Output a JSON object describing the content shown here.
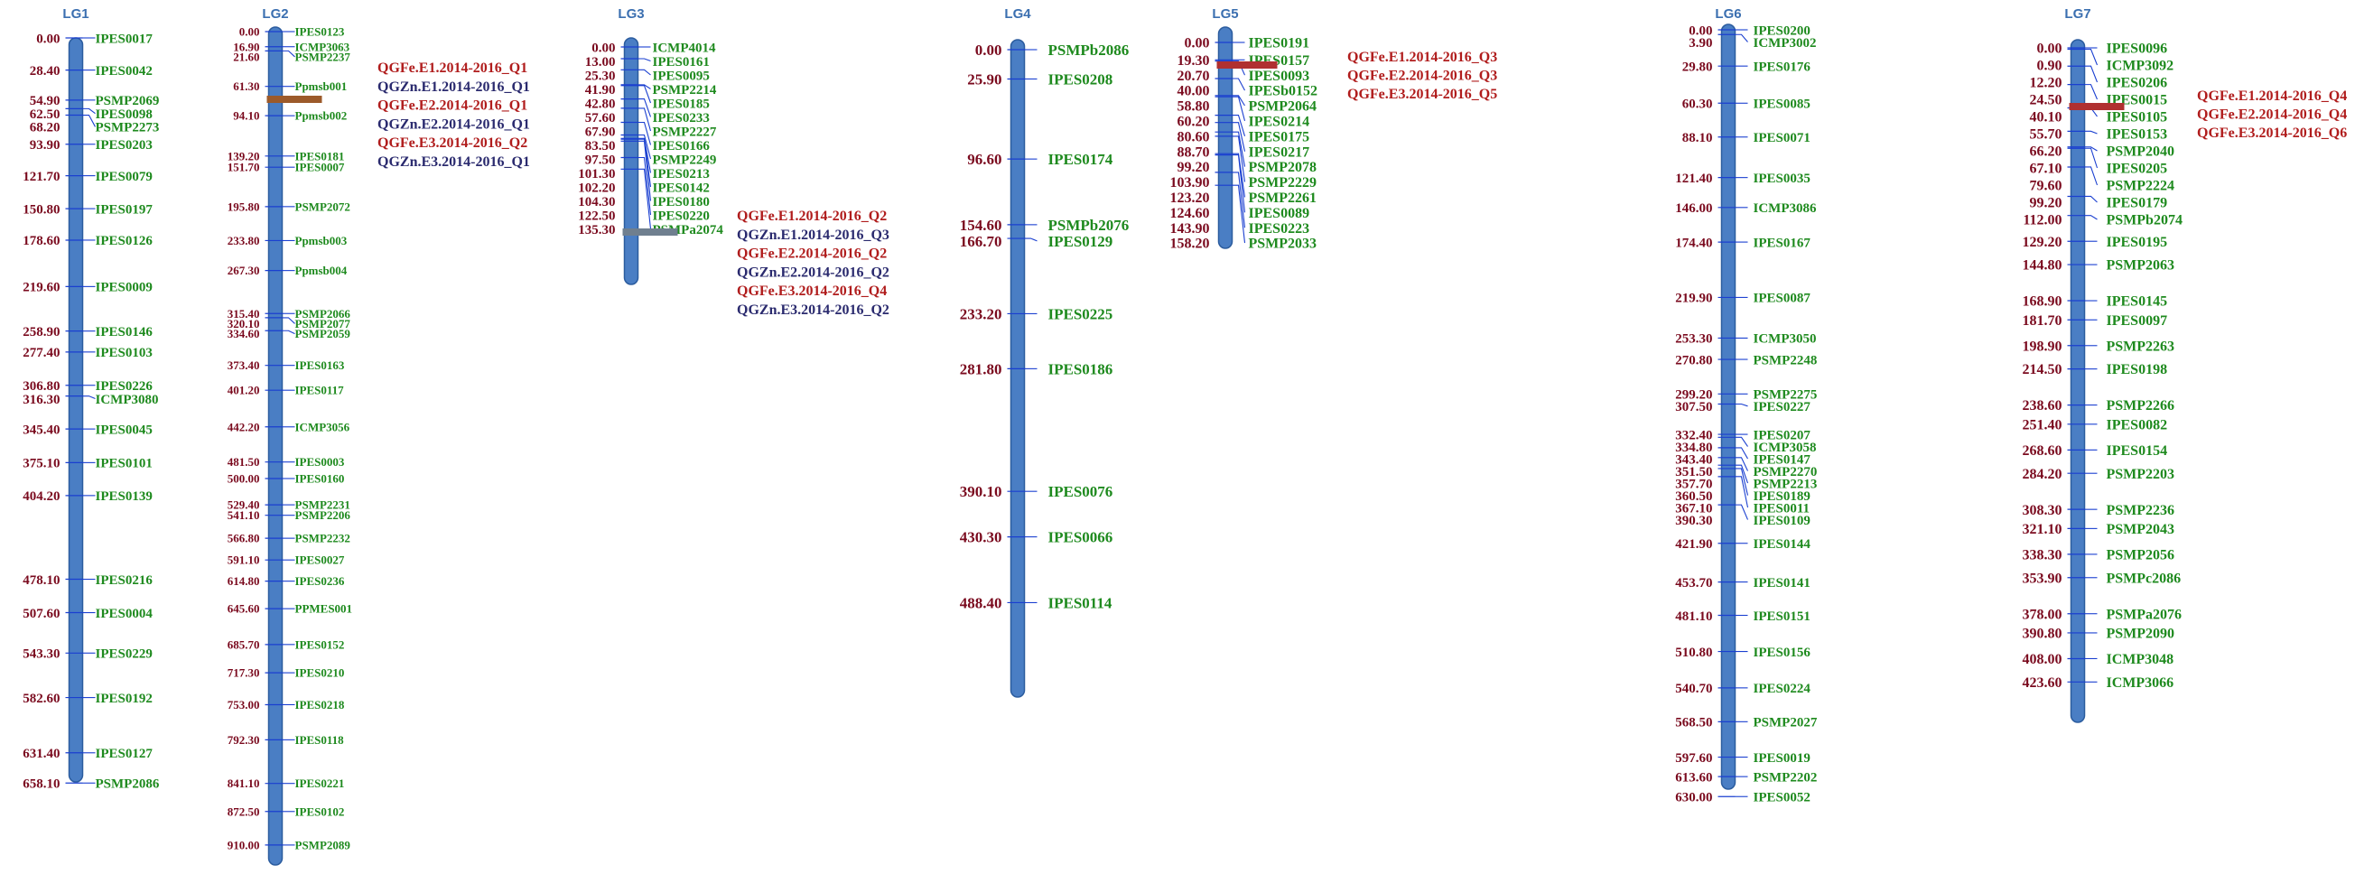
{
  "colors": {
    "chromosome": "#4a7ec4",
    "chromosome_stroke": "#2b5c9e",
    "tick": "#1a3fd0",
    "position_text": "#7a0a1e",
    "marker_text": "#1e8a1e",
    "title_text": "#3b6fb0",
    "qtl_fe": "#b01c1c",
    "qtl_zn": "#2a2a6e",
    "qtl_bar_brown": "#9c5a2a",
    "qtl_bar_gray": "#6f7f8f",
    "qtl_bar_red": "#b03030"
  },
  "linkage_groups": [
    {
      "name": "LG1",
      "markers": [
        {
          "pos": "0.00",
          "name": "IPES0017"
        },
        {
          "pos": "28.40",
          "name": "IPES0042"
        },
        {
          "pos": "54.90",
          "name": "PSMP2069"
        },
        {
          "pos": "62.50",
          "name": "IPES0098"
        },
        {
          "pos": "68.20",
          "name": "PSMP2273"
        },
        {
          "pos": "93.90",
          "name": "IPES0203"
        },
        {
          "pos": "121.70",
          "name": "IPES0079"
        },
        {
          "pos": "150.80",
          "name": "IPES0197"
        },
        {
          "pos": "178.60",
          "name": "IPES0126"
        },
        {
          "pos": "219.60",
          "name": "IPES0009"
        },
        {
          "pos": "258.90",
          "name": "IPES0146"
        },
        {
          "pos": "277.40",
          "name": "IPES0103"
        },
        {
          "pos": "306.80",
          "name": "IPES0226"
        },
        {
          "pos": "316.30",
          "name": "ICMP3080"
        },
        {
          "pos": "345.40",
          "name": "IPES0045"
        },
        {
          "pos": "375.10",
          "name": "IPES0101"
        },
        {
          "pos": "404.20",
          "name": "IPES0139"
        },
        {
          "pos": "478.10",
          "name": "IPES0216"
        },
        {
          "pos": "507.60",
          "name": "IPES0004"
        },
        {
          "pos": "543.30",
          "name": "IPES0229"
        },
        {
          "pos": "582.60",
          "name": "IPES0192"
        },
        {
          "pos": "631.40",
          "name": "IPES0127"
        },
        {
          "pos": "658.10",
          "name": "PSMP2086"
        }
      ],
      "qtls": []
    },
    {
      "name": "LG2",
      "markers": [
        {
          "pos": "0.00",
          "name": "IPES0123"
        },
        {
          "pos": "16.90",
          "name": "ICMP3063"
        },
        {
          "pos": "21.60",
          "name": "PSMP2237"
        },
        {
          "pos": "61.30",
          "name": "Ppmsb001"
        },
        {
          "pos": "94.10",
          "name": "Ppmsb002"
        },
        {
          "pos": "139.20",
          "name": "IPES0181"
        },
        {
          "pos": "151.70",
          "name": "IPES0007"
        },
        {
          "pos": "195.80",
          "name": "PSMP2072"
        },
        {
          "pos": "233.80",
          "name": "Ppmsb003"
        },
        {
          "pos": "267.30",
          "name": "Ppmsb004"
        },
        {
          "pos": "315.40",
          "name": "PSMP2066"
        },
        {
          "pos": "320.10",
          "name": "PSMP2077"
        },
        {
          "pos": "334.60",
          "name": "PSMP2059"
        },
        {
          "pos": "373.40",
          "name": "IPES0163"
        },
        {
          "pos": "401.20",
          "name": "IPES0117"
        },
        {
          "pos": "442.20",
          "name": "ICMP3056"
        },
        {
          "pos": "481.50",
          "name": "IPES0003"
        },
        {
          "pos": "500.00",
          "name": "IPES0160"
        },
        {
          "pos": "529.40",
          "name": "PSMP2231"
        },
        {
          "pos": "541.10",
          "name": "PSMP2206"
        },
        {
          "pos": "566.80",
          "name": "PSMP2232"
        },
        {
          "pos": "591.10",
          "name": "IPES0027"
        },
        {
          "pos": "614.80",
          "name": "IPES0236"
        },
        {
          "pos": "645.60",
          "name": "PPMES001"
        },
        {
          "pos": "685.70",
          "name": "IPES0152"
        },
        {
          "pos": "717.30",
          "name": "IPES0210"
        },
        {
          "pos": "753.00",
          "name": "IPES0218"
        },
        {
          "pos": "792.30",
          "name": "IPES0118"
        },
        {
          "pos": "841.10",
          "name": "IPES0221"
        },
        {
          "pos": "872.50",
          "name": "IPES0102"
        },
        {
          "pos": "910.00",
          "name": "PSMP2089"
        }
      ],
      "qtls": [
        {
          "bar": "brown",
          "labels": [
            {
              "text": "QGFe.E1.2014-2016_Q1",
              "trait": "fe"
            },
            {
              "text": "QGZn.E1.2014-2016_Q1",
              "trait": "zn"
            },
            {
              "text": "QGFe.E2.2014-2016_Q1",
              "trait": "fe"
            },
            {
              "text": "QGZn.E2.2014-2016_Q1",
              "trait": "zn"
            },
            {
              "text": "QGFe.E3.2014-2016_Q2",
              "trait": "fe"
            },
            {
              "text": "QGZn.E3.2014-2016_Q1",
              "trait": "zn"
            }
          ]
        }
      ]
    },
    {
      "name": "LG3",
      "markers": [
        {
          "pos": "0.00",
          "name": "ICMP4014"
        },
        {
          "pos": "13.00",
          "name": "IPES0161"
        },
        {
          "pos": "25.30",
          "name": "IPES0095"
        },
        {
          "pos": "41.90",
          "name": "PSMP2214"
        },
        {
          "pos": "42.80",
          "name": "IPES0185"
        },
        {
          "pos": "57.60",
          "name": "IPES0233"
        },
        {
          "pos": "67.90",
          "name": "PSMP2227"
        },
        {
          "pos": "83.50",
          "name": "IPES0166"
        },
        {
          "pos": "97.50",
          "name": "PSMP2249"
        },
        {
          "pos": "101.30",
          "name": "IPES0213"
        },
        {
          "pos": "102.20",
          "name": "IPES0142"
        },
        {
          "pos": "104.30",
          "name": "IPES0180"
        },
        {
          "pos": "122.50",
          "name": "IPES0220"
        },
        {
          "pos": "135.30",
          "name": "PSMPa2074"
        }
      ],
      "qtls": [
        {
          "bar": "gray",
          "labels": [
            {
              "text": "QGFe.E1.2014-2016_Q2",
              "trait": "fe"
            },
            {
              "text": "QGZn.E1.2014-2016_Q3",
              "trait": "zn"
            },
            {
              "text": "QGFe.E2.2014-2016_Q2",
              "trait": "fe"
            },
            {
              "text": "QGZn.E2.2014-2016_Q2",
              "trait": "zn"
            },
            {
              "text": "QGFe.E3.2014-2016_Q4",
              "trait": "fe"
            },
            {
              "text": "QGZn.E3.2014-2016_Q2",
              "trait": "zn"
            }
          ]
        }
      ]
    },
    {
      "name": "LG4",
      "markers": [
        {
          "pos": "0.00",
          "name": "PSMPb2086"
        },
        {
          "pos": "25.90",
          "name": "IPES0208"
        },
        {
          "pos": "96.60",
          "name": "IPES0174"
        },
        {
          "pos": "154.60",
          "name": "PSMPb2076"
        },
        {
          "pos": "166.70",
          "name": "IPES0129"
        },
        {
          "pos": "233.20",
          "name": "IPES0225"
        },
        {
          "pos": "281.80",
          "name": "IPES0186"
        },
        {
          "pos": "390.10",
          "name": "IPES0076"
        },
        {
          "pos": "430.30",
          "name": "IPES0066"
        },
        {
          "pos": "488.40",
          "name": "IPES0114"
        }
      ],
      "qtls": []
    },
    {
      "name": "LG5",
      "markers": [
        {
          "pos": "0.00",
          "name": "IPES0191"
        },
        {
          "pos": "19.30",
          "name": "IPES0157"
        },
        {
          "pos": "20.70",
          "name": "IPES0093"
        },
        {
          "pos": "40.00",
          "name": "IPESb0152"
        },
        {
          "pos": "58.80",
          "name": "PSMP2064"
        },
        {
          "pos": "60.20",
          "name": "IPES0214"
        },
        {
          "pos": "80.60",
          "name": "IPES0175"
        },
        {
          "pos": "88.70",
          "name": "IPES0217"
        },
        {
          "pos": "99.20",
          "name": "PSMP2078"
        },
        {
          "pos": "103.90",
          "name": "PSMP2229"
        },
        {
          "pos": "123.20",
          "name": "PSMP2261"
        },
        {
          "pos": "124.60",
          "name": "IPES0089"
        },
        {
          "pos": "143.90",
          "name": "IPES0223"
        },
        {
          "pos": "158.20",
          "name": "PSMP2033"
        }
      ],
      "qtls": [
        {
          "bar": "red",
          "labels": [
            {
              "text": "QGFe.E1.2014-2016_Q3",
              "trait": "fe"
            },
            {
              "text": "QGFe.E2.2014-2016_Q3",
              "trait": "fe"
            },
            {
              "text": "QGFe.E3.2014-2016_Q5",
              "trait": "fe"
            }
          ]
        }
      ]
    },
    {
      "name": "LG6",
      "markers": [
        {
          "pos": "0.00",
          "name": "IPES0200"
        },
        {
          "pos": "3.90",
          "name": "ICMP3002"
        },
        {
          "pos": "29.80",
          "name": "IPES0176"
        },
        {
          "pos": "60.30",
          "name": "IPES0085"
        },
        {
          "pos": "88.10",
          "name": "IPES0071"
        },
        {
          "pos": "121.40",
          "name": "IPES0035"
        },
        {
          "pos": "146.00",
          "name": "ICMP3086"
        },
        {
          "pos": "174.40",
          "name": "IPES0167"
        },
        {
          "pos": "219.90",
          "name": "IPES0087"
        },
        {
          "pos": "253.30",
          "name": "ICMP3050"
        },
        {
          "pos": "270.80",
          "name": "PSMP2248"
        },
        {
          "pos": "299.20",
          "name": "PSMP2275"
        },
        {
          "pos": "307.50",
          "name": "IPES0227"
        },
        {
          "pos": "332.40",
          "name": "IPES0207"
        },
        {
          "pos": "334.80",
          "name": "ICMP3058"
        },
        {
          "pos": "343.40",
          "name": "IPES0147"
        },
        {
          "pos": "351.50",
          "name": "PSMP2270"
        },
        {
          "pos": "357.70",
          "name": "PSMP2213"
        },
        {
          "pos": "360.50",
          "name": "IPES0189"
        },
        {
          "pos": "367.10",
          "name": "IPES0011"
        },
        {
          "pos": "390.30",
          "name": "IPES0109"
        },
        {
          "pos": "421.90",
          "name": "IPES0144"
        },
        {
          "pos": "453.70",
          "name": "IPES0141"
        },
        {
          "pos": "481.10",
          "name": "IPES0151"
        },
        {
          "pos": "510.80",
          "name": "IPES0156"
        },
        {
          "pos": "540.70",
          "name": "IPES0224"
        },
        {
          "pos": "568.50",
          "name": "PSMP2027"
        },
        {
          "pos": "597.60",
          "name": "IPES0019"
        },
        {
          "pos": "613.60",
          "name": "PSMP2202"
        },
        {
          "pos": "630.00",
          "name": "IPES0052"
        }
      ],
      "qtls": []
    },
    {
      "name": "LG7",
      "markers": [
        {
          "pos": "0.00",
          "name": "IPES0096"
        },
        {
          "pos": "0.90",
          "name": "ICMP3092"
        },
        {
          "pos": "12.20",
          "name": "IPES0206"
        },
        {
          "pos": "24.50",
          "name": "IPES0015"
        },
        {
          "pos": "40.10",
          "name": "IPES0105"
        },
        {
          "pos": "55.70",
          "name": "IPES0153"
        },
        {
          "pos": "66.20",
          "name": "PSMP2040"
        },
        {
          "pos": "67.10",
          "name": "IPES0205"
        },
        {
          "pos": "79.60",
          "name": "PSMP2224"
        },
        {
          "pos": "99.20",
          "name": "IPES0179"
        },
        {
          "pos": "112.00",
          "name": "PSMPb2074"
        },
        {
          "pos": "129.20",
          "name": "IPES0195"
        },
        {
          "pos": "144.80",
          "name": "PSMP2063"
        },
        {
          "pos": "168.90",
          "name": "IPES0145"
        },
        {
          "pos": "181.70",
          "name": "IPES0097"
        },
        {
          "pos": "198.90",
          "name": "PSMP2263"
        },
        {
          "pos": "214.50",
          "name": "IPES0198"
        },
        {
          "pos": "238.60",
          "name": "PSMP2266"
        },
        {
          "pos": "251.40",
          "name": "IPES0082"
        },
        {
          "pos": "268.60",
          "name": "IPES0154"
        },
        {
          "pos": "284.20",
          "name": "PSMP2203"
        },
        {
          "pos": "308.30",
          "name": "PSMP2236"
        },
        {
          "pos": "321.10",
          "name": "PSMP2043"
        },
        {
          "pos": "338.30",
          "name": "PSMP2056"
        },
        {
          "pos": "353.90",
          "name": "PSMPc2086"
        },
        {
          "pos": "378.00",
          "name": "PSMPa2076"
        },
        {
          "pos": "390.80",
          "name": "PSMP2090"
        },
        {
          "pos": "408.00",
          "name": "ICMP3048"
        },
        {
          "pos": "423.60",
          "name": "ICMP3066"
        }
      ],
      "qtls": [
        {
          "bar": "red",
          "labels": [
            {
              "text": "QGFe.E1.2014-2016_Q4",
              "trait": "fe"
            },
            {
              "text": "QGFe.E2.2014-2016_Q4",
              "trait": "fe"
            },
            {
              "text": "QGFe.E3.2014-2016_Q6",
              "trait": "fe"
            }
          ]
        }
      ]
    }
  ]
}
